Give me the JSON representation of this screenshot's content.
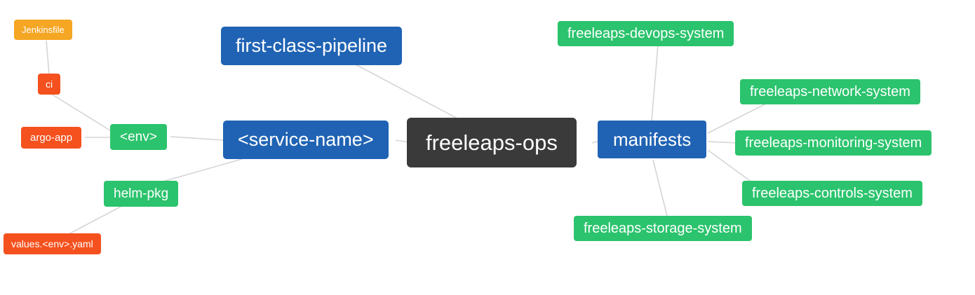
{
  "diagram": {
    "type": "mindmap",
    "colors": {
      "blue": "#2063b4",
      "green": "#2bc36d",
      "red": "#f4511e",
      "orange": "#f5a623",
      "dark": "#3a3a3a",
      "edge": "#d5d5d5"
    },
    "nodes": {
      "root": {
        "label": "freeleaps-ops"
      },
      "first_class_pipeline": {
        "label": "first-class-pipeline"
      },
      "service_name": {
        "label": "<service-name>"
      },
      "manifests": {
        "label": "manifests"
      },
      "env": {
        "label": "<env>"
      },
      "ci": {
        "label": "ci"
      },
      "jenkinsfile": {
        "label": "Jenkinsfile"
      },
      "argo_app": {
        "label": "argo-app"
      },
      "helm_pkg": {
        "label": "helm-pkg"
      },
      "values_env_yaml": {
        "label": "values.<env>.yaml"
      },
      "devops_system": {
        "label": "freeleaps-devops-system"
      },
      "network_system": {
        "label": "freeleaps-network-system"
      },
      "monitoring_system": {
        "label": "freeleaps-monitoring-system"
      },
      "controls_system": {
        "label": "freeleaps-controls-system"
      },
      "storage_system": {
        "label": "freeleaps-storage-system"
      }
    },
    "edges": [
      {
        "from": "jenkinsfile",
        "to": "ci"
      },
      {
        "from": "ci",
        "to": "env"
      },
      {
        "from": "argo_app",
        "to": "env"
      },
      {
        "from": "env",
        "to": "service_name"
      },
      {
        "from": "helm_pkg",
        "to": "service_name"
      },
      {
        "from": "values_env_yaml",
        "to": "helm_pkg"
      },
      {
        "from": "first_class_pipeline",
        "to": "root"
      },
      {
        "from": "service_name",
        "to": "root"
      },
      {
        "from": "root",
        "to": "manifests"
      },
      {
        "from": "manifests",
        "to": "devops_system"
      },
      {
        "from": "manifests",
        "to": "network_system"
      },
      {
        "from": "manifests",
        "to": "monitoring_system"
      },
      {
        "from": "manifests",
        "to": "controls_system"
      },
      {
        "from": "manifests",
        "to": "storage_system"
      }
    ]
  }
}
